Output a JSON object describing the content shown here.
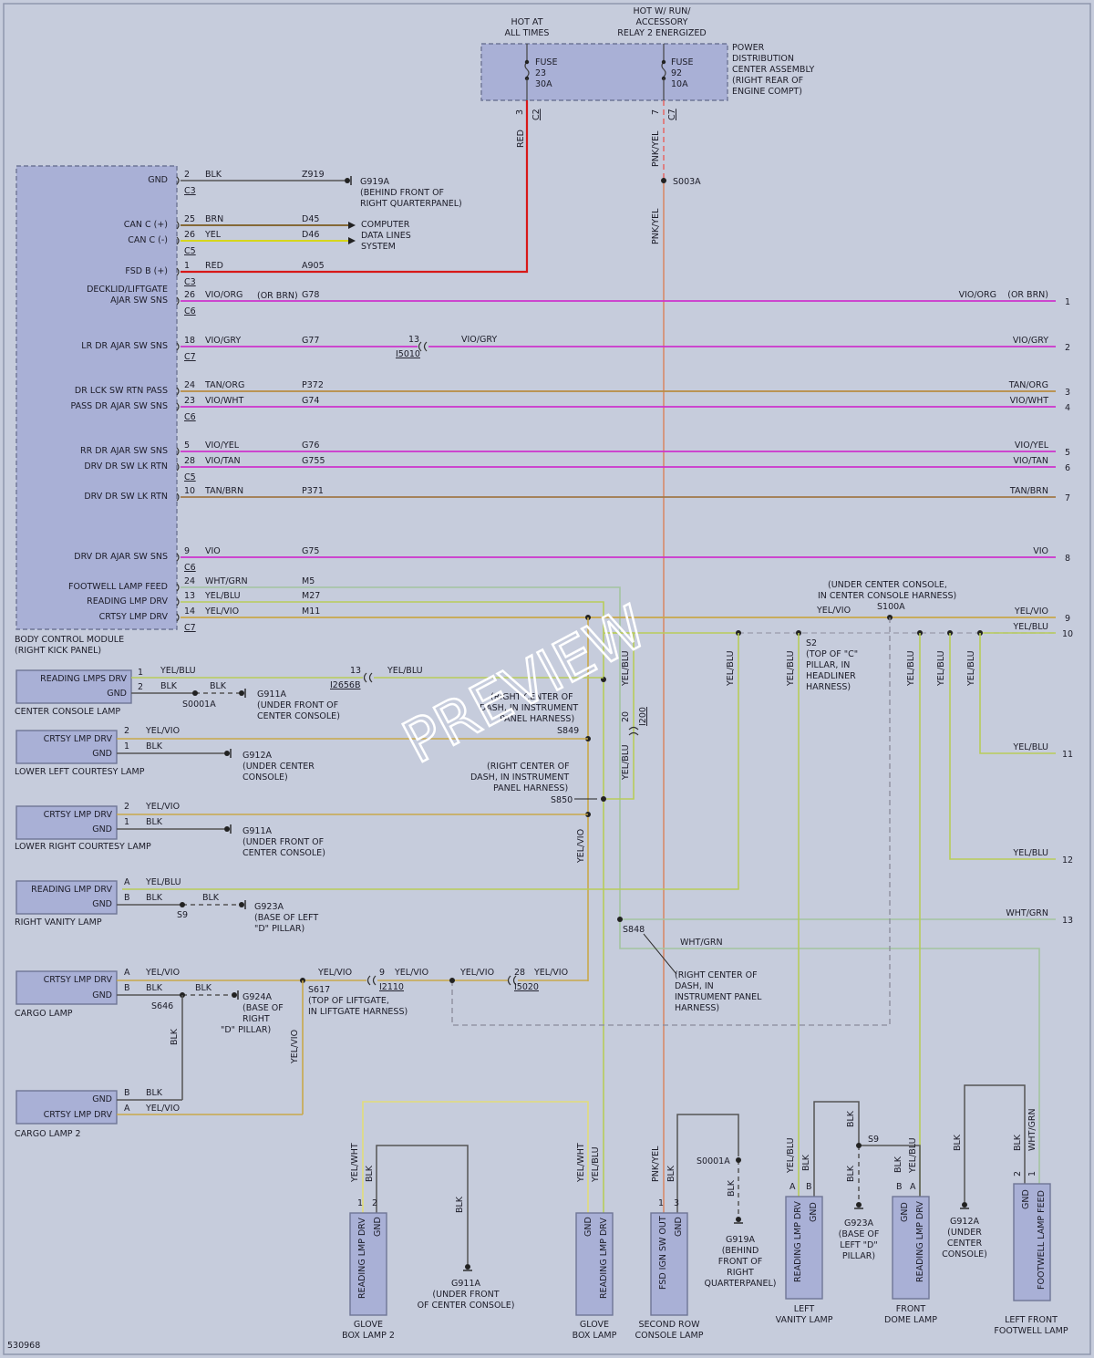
{
  "footer_id": "530968",
  "watermark": "PREVIEW",
  "colors": {
    "background": "#c6ccdc",
    "module": "#a9b0d6",
    "frame": "#7f86a0",
    "wire_blk": "#555555",
    "wire_brn": "#7a5a1e",
    "wire_yel": "#d8d800",
    "wire_red": "#d81818",
    "wire_vio": "#cc33cc",
    "wire_tan": "#b88c40",
    "wire_pnk": "#e07878",
    "wire_yel_vio": "#c8a84a",
    "wire_yel_blu": "#b8cc5a",
    "wire_wht_grn": "#a4c4a0",
    "wire_yel_wht": "#e2dc7a"
  },
  "power_header": {
    "hot_at_all_times": [
      "HOT AT",
      "ALL TIMES"
    ],
    "hot_run": [
      "HOT W/ RUN/",
      "ACCESSORY",
      "RELAY 2 ENERGIZED"
    ],
    "fuse23": [
      "FUSE",
      "23",
      "30A"
    ],
    "fuse92": [
      "FUSE",
      "92",
      "10A"
    ],
    "pdc_label": [
      "POWER",
      "DISTRIBUTION",
      "CENTER ASSEMBLY",
      "(RIGHT REAR OF",
      "ENGINE COMPT)"
    ],
    "c2_pin": "3",
    "c2_conn": "C2",
    "c7_pin": "7",
    "c7_conn": "C7",
    "red_label": "RED",
    "pnk_yel_label": "PNK/YEL",
    "pnk_yel_label2": "PNK/YEL",
    "s003a": "S003A"
  },
  "bcm": {
    "title": [
      "BODY CONTROL MODULE",
      "(RIGHT KICK PANEL)"
    ],
    "rows": [
      {
        "label": "GND",
        "pin": "2",
        "color": "BLK",
        "circuit": "Z919",
        "conn": "C3"
      },
      {
        "label": "CAN C (+)",
        "pin": "25",
        "color": "BRN",
        "circuit": "D45",
        "conn": ""
      },
      {
        "label": "CAN C (-)",
        "pin": "26",
        "color": "YEL",
        "circuit": "D46",
        "conn": "C5"
      },
      {
        "label": "FSD B (+)",
        "pin": "1",
        "color": "RED",
        "circuit": "A905",
        "conn": "C3"
      },
      {
        "label": "DECKLID/LIFTGATE",
        "label2": "AJAR SW SNS",
        "pin": "26",
        "color": "VIO/ORG",
        "circuit": "G78",
        "conn": "C6"
      },
      {
        "label": "LR DR AJAR SW SNS",
        "pin": "18",
        "color": "VIO/GRY",
        "circuit": "G77",
        "conn": "C7"
      },
      {
        "label": "DR LCK SW RTN PASS",
        "pin": "24",
        "color": "TAN/ORG",
        "circuit": "P372",
        "conn": ""
      },
      {
        "label": "PASS DR AJAR SW SNS",
        "pin": "23",
        "color": "VIO/WHT",
        "circuit": "G74",
        "conn": "C6"
      },
      {
        "label": "RR DR AJAR SW SNS",
        "pin": "5",
        "color": "VIO/YEL",
        "circuit": "G76",
        "conn": ""
      },
      {
        "label": "DRV DR SW LK RTN",
        "pin": "28",
        "color": "VIO/TAN",
        "circuit": "G755",
        "conn": "C5"
      },
      {
        "label": "DRV DR SW LK RTN",
        "pin": "10",
        "color": "TAN/BRN",
        "circuit": "P371",
        "conn": ""
      },
      {
        "label": "DRV DR AJAR SW SNS",
        "pin": "9",
        "color": "VIO",
        "circuit": "G75",
        "conn": "C6"
      },
      {
        "label": "FOOTWELL LAMP FEED",
        "pin": "24",
        "color": "WHT/GRN",
        "circuit": "M5",
        "conn": ""
      },
      {
        "label": "READING LMP DRV",
        "pin": "13",
        "color": "YEL/BLU",
        "circuit": "M27",
        "conn": ""
      },
      {
        "label": "CRTSY LMP DRV",
        "pin": "14",
        "color": "YEL/VIO",
        "circuit": "M11",
        "conn": "C7"
      }
    ],
    "or_brn": "(OR BRN)"
  },
  "ground_g919a_top": [
    "G919A",
    "(BEHIND FRONT OF",
    "RIGHT QUARTERPANEL)"
  ],
  "computer_data_lines": [
    "COMPUTER",
    "DATA LINES",
    "SYSTEM"
  ],
  "inline_5010": {
    "pin": "13",
    "conn": "I5010",
    "color": "VIO/GRY"
  },
  "right_outputs": [
    {
      "num": "1",
      "color": "VIO/ORG",
      "alt": "(OR BRN)"
    },
    {
      "num": "2",
      "color": "VIO/GRY"
    },
    {
      "num": "3",
      "color": "TAN/ORG"
    },
    {
      "num": "4",
      "color": "VIO/WHT"
    },
    {
      "num": "5",
      "color": "VIO/YEL"
    },
    {
      "num": "6",
      "color": "VIO/TAN"
    },
    {
      "num": "7",
      "color": "TAN/BRN"
    },
    {
      "num": "8",
      "color": "VIO"
    },
    {
      "num": "9",
      "color": "YEL/VIO"
    },
    {
      "num": "10",
      "color": "YEL/BLU"
    },
    {
      "num": "11",
      "color": "YEL/BLU"
    },
    {
      "num": "12",
      "color": "YEL/BLU"
    },
    {
      "num": "13",
      "color": "WHT/GRN"
    }
  ],
  "s100a": {
    "label": "S100A",
    "note": [
      "(UNDER CENTER CONSOLE,",
      "IN CENTER CONSOLE HARNESS)"
    ],
    "yel_vio": "YEL/VIO"
  },
  "vertical_labels": {
    "yel_blu_810": "YEL/BLU",
    "yel_blu_866": "YEL/BLU",
    "yel_blu_997": "YEL/BLU",
    "yel_blu_1030": "YEL/BLU",
    "yel_blu_1063": "YEL/BLU",
    "yel_blu_683": "YEL/BLU",
    "yel_blu_683b": "YEL/BLU",
    "yel_vio_636": "YEL/VIO",
    "yel_vio_322": "YEL/VIO",
    "blk_190": "BLK"
  },
  "s2": [
    "S2",
    "(TOP OF \"C\"",
    "PILLAR, IN",
    "HEADLINER",
    "HARNESS)"
  ],
  "center_console_lamp": {
    "title": "CENTER CONSOLE LAMP",
    "pins": [
      "READING LMPS DRV",
      "GND"
    ],
    "pin_nums": [
      "1",
      "2"
    ],
    "wire1": "YEL/BLU",
    "wire2": "BLK",
    "wire2b": "BLK",
    "splice": "S0001A",
    "ground": [
      "G911A",
      "(UNDER FRONT OF",
      "CENTER CONSOLE)"
    ],
    "inline_pin": "13",
    "inline_conn": "I2656B",
    "inline_wire": "YEL/BLU"
  },
  "s849": {
    "label": "S849",
    "note": [
      "(RIGHT CENTER OF",
      "DASH, IN INSTRUMENT",
      "PANEL HARNESS)"
    ]
  },
  "i200": {
    "pin": "20",
    "conn": "I200"
  },
  "s850": {
    "label": "S850",
    "note": [
      "(RIGHT CENTER OF",
      "DASH, IN INSTRUMENT",
      "PANEL HARNESS)"
    ]
  },
  "lower_left_courtesy": {
    "title": "LOWER LEFT COURTESY LAMP",
    "pins": [
      "CRTSY LMP DRV",
      "GND"
    ],
    "pin_nums": [
      "2",
      "1"
    ],
    "wire1": "YEL/VIO",
    "wire2": "BLK",
    "ground": [
      "G912A",
      "(UNDER CENTER",
      "CONSOLE)"
    ]
  },
  "lower_right_courtesy": {
    "title": "LOWER RIGHT COURTESY LAMP",
    "pins": [
      "CRTSY LMP DRV",
      "GND"
    ],
    "pin_nums": [
      "2",
      "1"
    ],
    "wire1": "YEL/VIO",
    "wire2": "BLK",
    "ground": [
      "G911A",
      "(UNDER FRONT OF",
      "CENTER CONSOLE)"
    ]
  },
  "right_vanity": {
    "title": "RIGHT VANITY LAMP",
    "pins": [
      "READING LMP DRV",
      "GND"
    ],
    "pin_nums": [
      "A",
      "B"
    ],
    "wire1": "YEL/BLU",
    "wire2": "BLK",
    "wire2b": "BLK",
    "splice": "S9",
    "ground": [
      "G923A",
      "(BASE OF LEFT",
      "\"D\" PILLAR)"
    ]
  },
  "s848": {
    "label": "S848",
    "wire": "WHT/GRN",
    "note": [
      "(RIGHT CENTER OF",
      "DASH, IN",
      "INSTRUMENT PANEL",
      "HARNESS)"
    ]
  },
  "cargo_lamp": {
    "title": "CARGO LAMP",
    "pins": [
      "CRTSY LMP DRV",
      "GND"
    ],
    "pin_nums": [
      "A",
      "B"
    ],
    "wire1": "YEL/VIO",
    "wire2": "BLK",
    "wire2b": "BLK",
    "splice": "S646",
    "ground": [
      "G924A",
      "(BASE OF",
      "RIGHT",
      "\"D\" PILLAR)"
    ]
  },
  "s617": {
    "label": "S617",
    "note": [
      "(TOP OF LIFTGATE,",
      "IN LIFTGATE HARNESS)"
    ]
  },
  "i2110": {
    "pin": "9",
    "conn": "I2110",
    "wire_left": "YEL/VIO",
    "wire_right": "YEL/VIO"
  },
  "i5020": {
    "pin": "28",
    "conn": "I5020",
    "wire_left": "YEL/VIO",
    "wire_right": "YEL/VIO"
  },
  "cargo_lamp2": {
    "title": "CARGO LAMP 2",
    "pins": [
      "GND",
      "CRTSY LMP DRV"
    ],
    "pin_nums": [
      "B",
      "A"
    ],
    "wire1": "BLK",
    "wire2": "YEL/VIO"
  },
  "glove_box_lamp2": {
    "title": [
      "GLOVE",
      "BOX LAMP 2"
    ],
    "pins": [
      "READING LMP DRV",
      "GND"
    ],
    "pin_nums": [
      "1",
      "2"
    ],
    "wire1": "YEL/WHT",
    "wire2": "BLK",
    "wire3": "BLK",
    "ground": [
      "G911A",
      "(UNDER FRONT",
      "OF CENTER CONSOLE)"
    ]
  },
  "glove_box_lamp": {
    "title": [
      "GLOVE",
      "BOX LAMP"
    ],
    "pins": [
      "GND",
      "READING LMP DRV"
    ],
    "wire1": "YEL/WHT",
    "wire2": "YEL/BLU"
  },
  "second_row_console": {
    "title": [
      "SECOND ROW",
      "CONSOLE LAMP"
    ],
    "pins": [
      "FSD IGN SW OUT",
      "GND"
    ],
    "pin_nums": [
      "1",
      "3"
    ],
    "wire1": "PNK/YEL",
    "wire2": "BLK",
    "wire3": "BLK",
    "splice": "S0001A",
    "ground": [
      "G919A",
      "(BEHIND",
      "FRONT OF",
      "RIGHT",
      "QUARTERPANEL)"
    ]
  },
  "left_vanity": {
    "title": [
      "LEFT",
      "VANITY LAMP"
    ],
    "pins": [
      "READING LMP DRV",
      "GND"
    ],
    "pin_nums": [
      "A",
      "B"
    ],
    "wire1": "YEL/BLU",
    "wire2": "BLK",
    "wire3": "BLK",
    "wire4": "BLK",
    "splice": "S9",
    "ground": [
      "G923A",
      "(BASE OF",
      "LEFT \"D\"",
      "PILLAR)"
    ]
  },
  "front_dome": {
    "title": [
      "FRONT",
      "DOME LAMP"
    ],
    "pins": [
      "GND",
      "READING LMP DRV"
    ],
    "pin_nums": [
      "B",
      "A"
    ],
    "wire1": "BLK",
    "wire2": "YEL/BLU"
  },
  "left_front_footwell": {
    "title": [
      "LEFT FRONT",
      "FOOTWELL LAMP"
    ],
    "pins": [
      "GND",
      "FOOTWELL LAMP FEED"
    ],
    "pin_nums": [
      "2",
      "1"
    ],
    "wire1": "BLK",
    "wire2": "BLK",
    "wire3": "WHT/GRN",
    "ground": [
      "G912A",
      "(UNDER",
      "CENTER",
      "CONSOLE)"
    ]
  }
}
